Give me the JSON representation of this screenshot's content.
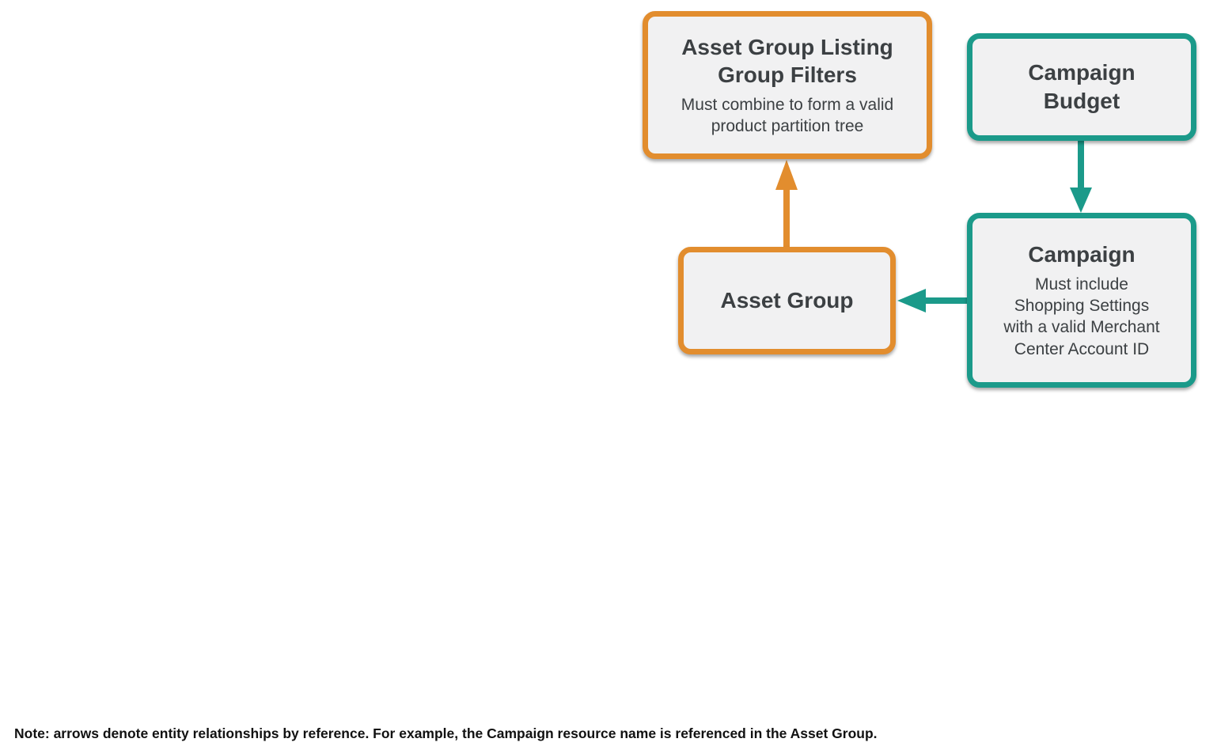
{
  "diagram": {
    "colors": {
      "orange": "#E28D2E",
      "teal": "#1B9A8A",
      "box_fill": "#F1F1F2",
      "text": "#3C4043"
    },
    "nodes": {
      "filters": {
        "title": [
          "Asset Group Listing",
          "Group Filters"
        ],
        "subtitle": [
          "Must combine to form a valid",
          "product partition tree"
        ],
        "color": "#E28D2E"
      },
      "budget": {
        "title": [
          "Campaign",
          "Budget"
        ],
        "subtitle": [],
        "color": "#1B9A8A"
      },
      "campaign": {
        "title": [
          "Campaign"
        ],
        "subtitle": [
          "Must include",
          "Shopping Settings",
          "with a valid Merchant",
          "Center Account ID"
        ],
        "color": "#1B9A8A"
      },
      "asset_group": {
        "title": [
          "Asset Group"
        ],
        "subtitle": [],
        "color": "#E28D2E"
      }
    },
    "edges": [
      {
        "from": "asset_group",
        "to": "filters",
        "color": "#E28D2E",
        "direction": "up"
      },
      {
        "from": "budget",
        "to": "campaign",
        "color": "#1B9A8A",
        "direction": "down"
      },
      {
        "from": "campaign",
        "to": "asset_group",
        "color": "#1B9A8A",
        "direction": "left"
      }
    ]
  },
  "note": "Note: arrows denote entity relationships by reference. For example, the Campaign resource name is referenced in the Asset Group."
}
